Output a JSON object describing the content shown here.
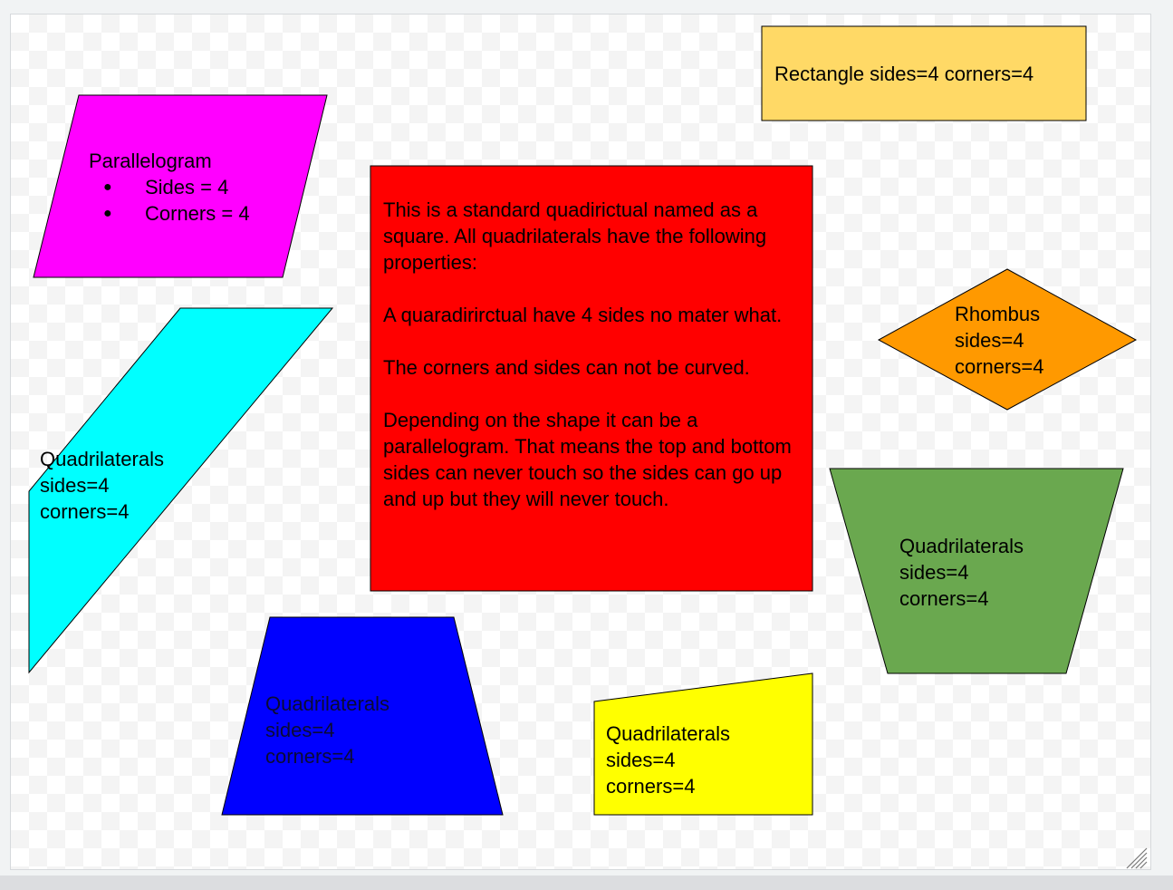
{
  "shapes": {
    "rectangle": {
      "text": "Rectangle sides=4 corners=4",
      "fill": "#ffd966"
    },
    "parallelogram": {
      "title": "Parallelogram",
      "bullets": [
        "Sides = 4",
        "Corners = 4"
      ],
      "fill": "#ff00ff"
    },
    "square": {
      "fill": "#ff0000",
      "paragraphs": [
        "This is a standard quadirictual named as a square. All quadrilaterals have the following properties:",
        "A quaradirirctual have 4 sides no mater what.",
        "The corners and sides can not be curved.",
        "Depending on the shape it can be a parallelogram. That means the top and bottom sides can never touch so the sides can go up and up but they will never touch."
      ]
    },
    "rhombus": {
      "lines": [
        "Rhombus",
        "sides=4",
        "corners=4"
      ],
      "fill": "#ff9900"
    },
    "cyan_shape": {
      "lines": [
        "Quadrilaterals",
        "sides=4",
        "corners=4"
      ],
      "fill": "#00ffff"
    },
    "green_trapezoid": {
      "lines": [
        "Quadrilaterals",
        "sides=4",
        "corners=4"
      ],
      "fill": "#6aa84f"
    },
    "blue_trapezoid": {
      "lines": [
        "Quadrilaterals",
        "sides=4",
        "corners=4"
      ],
      "fill": "#0000ff"
    },
    "yellow_quad": {
      "lines": [
        "Quadrilaterals",
        "sides=4",
        "corners=4"
      ],
      "fill": "#ffff00"
    }
  },
  "icons": {
    "resize_handle": "resize-handle-icon"
  }
}
